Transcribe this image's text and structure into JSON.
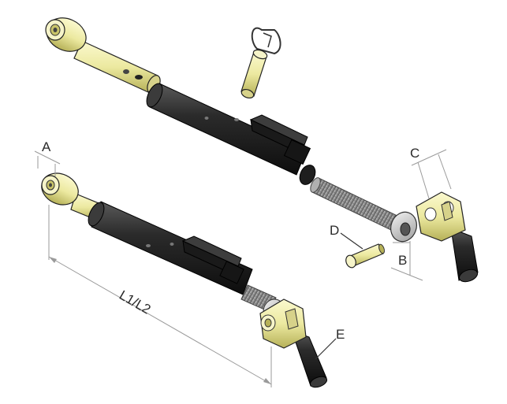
{
  "labels": {
    "a": "A",
    "b": "B",
    "c": "C",
    "d": "D",
    "e": "E",
    "length": "L1/L2"
  },
  "colors": {
    "yellow": "#ece9a0",
    "yellow_shade": "#c9c46a",
    "black_body": "#2b2b2b",
    "black_shade": "#111111",
    "thread": "#8d8d8d",
    "thread_dark": "#5f5f5f",
    "steel": "#d9d9d9",
    "steel_dark": "#9d9d9d",
    "dim_line": "#9a9a9a"
  }
}
